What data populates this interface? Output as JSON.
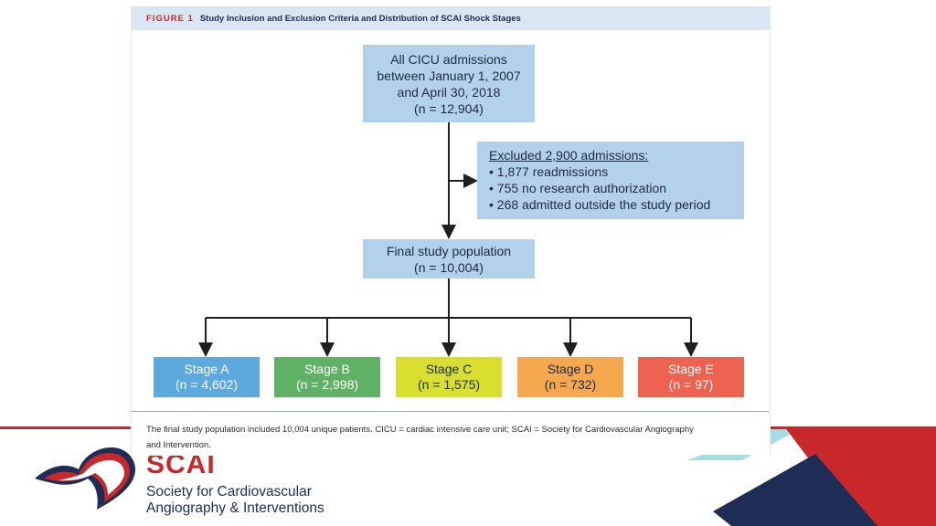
{
  "figure": {
    "label": "FIGURE 1",
    "title": "Study Inclusion and Exclusion Criteria and Distribution of SCAI Shock Stages"
  },
  "flow": {
    "all_admissions": [
      "All CICU admissions",
      "between January 1, 2007",
      "and April 30, 2018",
      "(n = 12,904)"
    ],
    "excluded_title": "Excluded 2,900 admissions:",
    "excluded_items": [
      "• 1,877 readmissions",
      "• 755 no research authorization",
      "• 268 admitted outside the study period"
    ],
    "final": [
      "Final study population",
      "(n = 10,004)"
    ],
    "stages": [
      {
        "name": "Stage A",
        "n": "(n = 4,602)"
      },
      {
        "name": "Stage B",
        "n": "(n = 2,998)"
      },
      {
        "name": "Stage C",
        "n": "(n = 1,575)"
      },
      {
        "name": "Stage D",
        "n": "(n = 732)"
      },
      {
        "name": "Stage E",
        "n": "(n = 97)"
      }
    ]
  },
  "caption": {
    "line1": "The final study population included 10,004 unique patients. CICU = cardiac intensive care unit; SCAI = Society for Cardiovascular Angiography",
    "line2": "and Intervention."
  },
  "logo": {
    "word": "SCAI",
    "line1": "Society for Cardiovascular",
    "line2": "Angiography & Interventions"
  },
  "colors": {
    "box": "#b4d1ec",
    "stage_a": "#5da8dc",
    "stage_b": "#5fb166",
    "stage_c": "#d8df2f",
    "stage_d": "#f5a84d",
    "stage_e": "#ee6350",
    "brand_red": "#c8282a",
    "brand_navy": "#1e2d55"
  }
}
